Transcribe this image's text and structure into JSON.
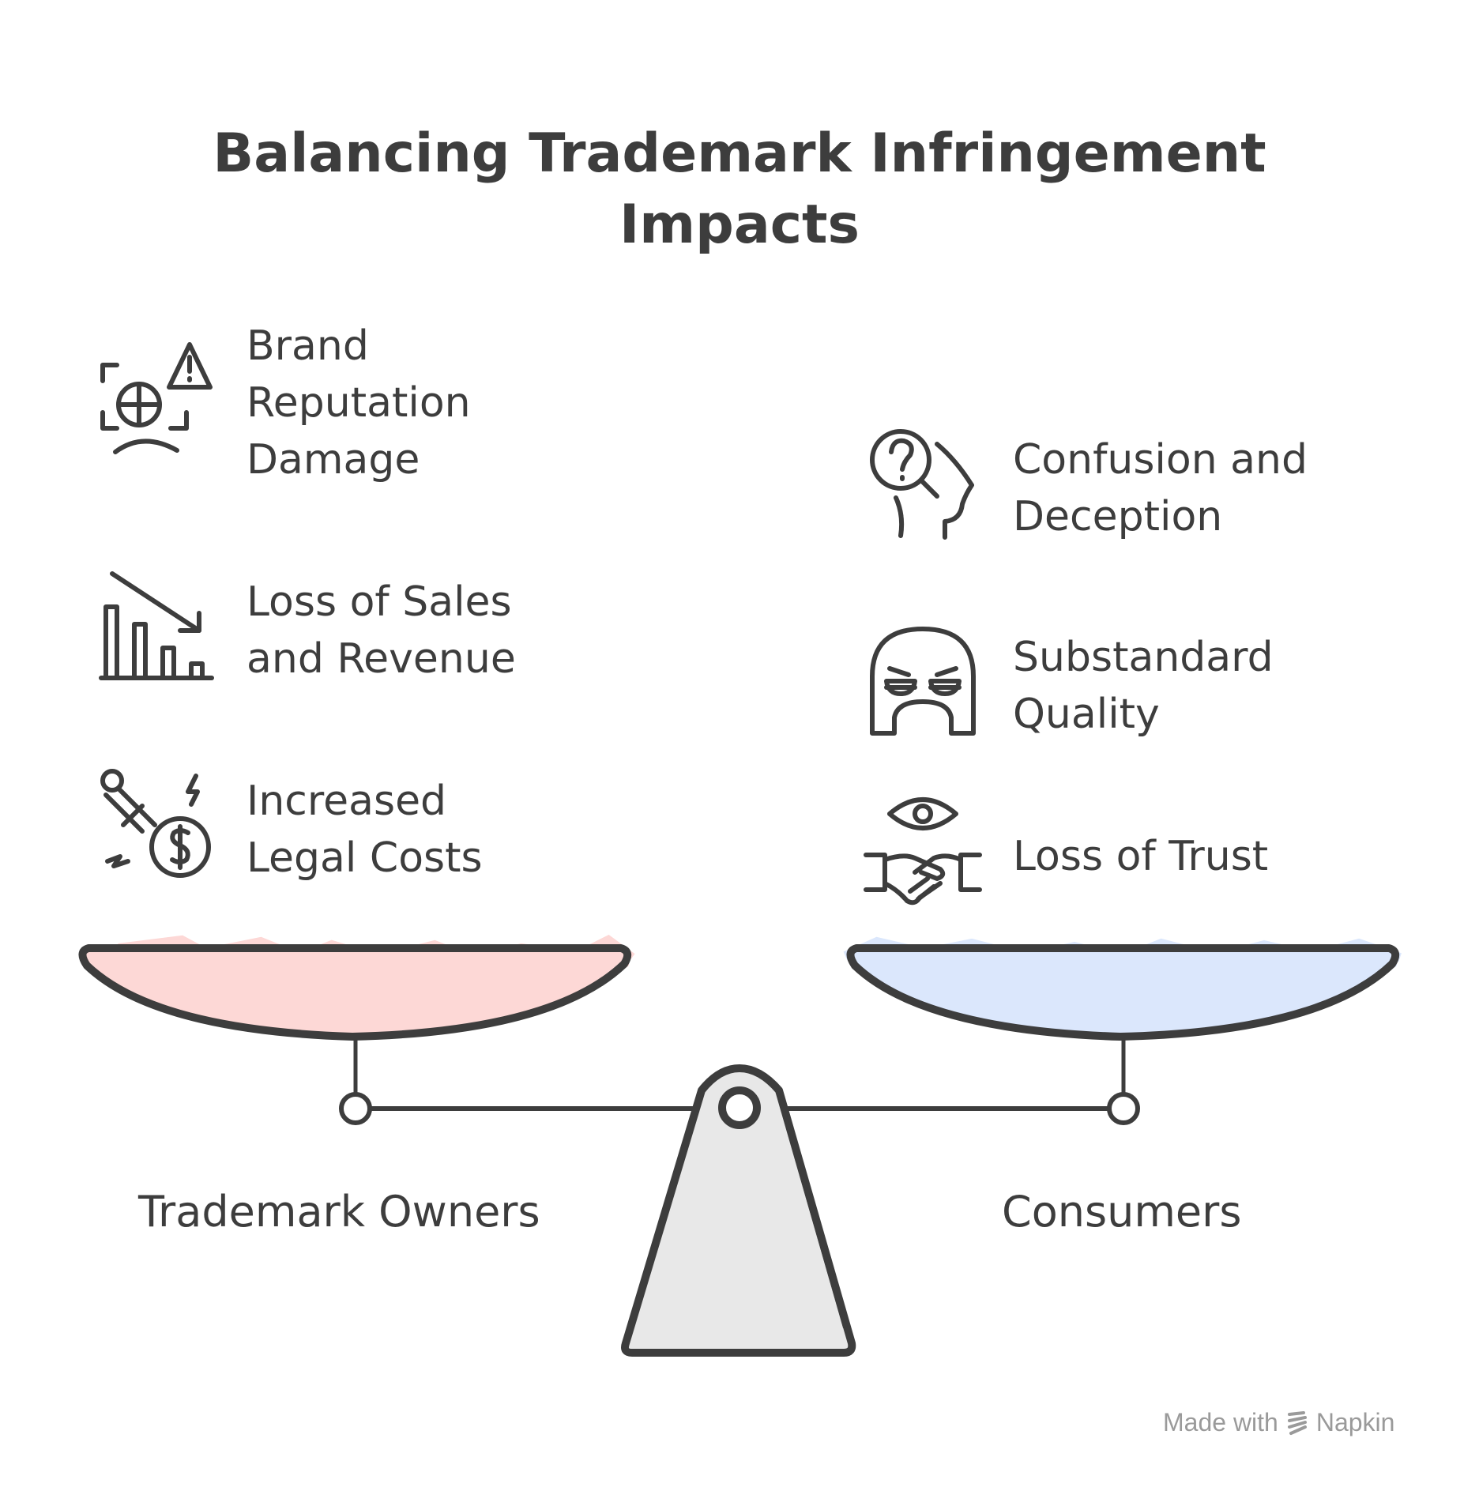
{
  "title": "Balancing Trademark Infringement\nImpacts",
  "left_side": {
    "label": "Trademark Owners",
    "items": [
      {
        "label": "Brand\nReputation\nDamage",
        "icon": "brand-reputation-damage-icon"
      },
      {
        "label": "Loss of Sales\nand Revenue",
        "icon": "declining-sales-icon"
      },
      {
        "label": "Increased\nLegal Costs",
        "icon": "legal-costs-icon"
      }
    ],
    "pan_color": "#fdd8d6"
  },
  "right_side": {
    "label": "Consumers",
    "items": [
      {
        "label": "Confusion and\nDeception",
        "icon": "confusion-icon"
      },
      {
        "label": "Substandard\nQuality",
        "icon": "substandard-quality-icon"
      },
      {
        "label": "Loss of Trust",
        "icon": "loss-of-trust-icon"
      }
    ],
    "pan_color": "#dbe7fc"
  },
  "footer": {
    "made_with": "Made with",
    "brand": "Napkin"
  },
  "colors": {
    "stroke": "#3d3d3d",
    "fulcrum": "#e8e8e8"
  }
}
